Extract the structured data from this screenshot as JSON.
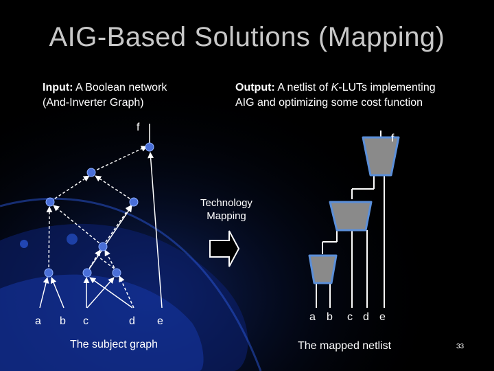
{
  "slide": {
    "title": "AIG-Based Solutions (Mapping)",
    "input_label": "Input:",
    "input_text_1": " A Boolean network",
    "input_text_2": "(And-Inverter Graph)",
    "output_label": "Output:",
    "output_text_1a": " A netlist of ",
    "output_text_1b": "K",
    "output_text_1c": "-LUTs implementing",
    "output_text_2": "AIG and optimizing some cost function",
    "tech_mapping_1": "Technology",
    "tech_mapping_2": "Mapping",
    "subject_caption": "The subject graph",
    "mapped_caption": "The mapped netlist",
    "page_number": "33"
  },
  "subject_graph": {
    "output_label": "f",
    "inputs": [
      "a",
      "b",
      "c",
      "d",
      "e"
    ]
  },
  "mapped_netlist": {
    "output_label": "f",
    "inputs": [
      "a",
      "b",
      "c",
      "d",
      "e"
    ]
  },
  "colors": {
    "node": "#4a6fd8",
    "lut_fill": "#8a8a8a",
    "lut_border": "#5b8fd9",
    "wire": "#ffffff",
    "title": "#c8c8c8"
  }
}
